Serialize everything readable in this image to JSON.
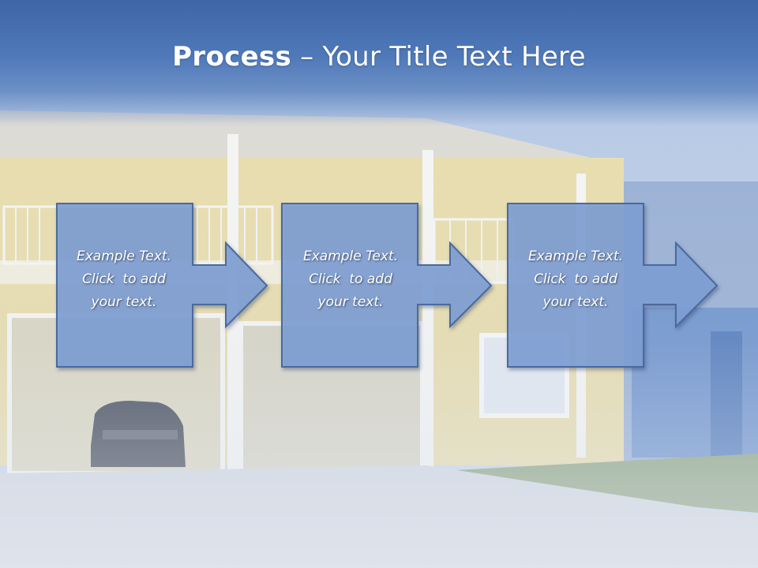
{
  "slide": {
    "title_bold": "Process",
    "title_rest": " – Your Title Text Here"
  },
  "steps": [
    {
      "line1": "Example Text.",
      "line2": "Click  to add",
      "line3": "your text."
    },
    {
      "line1": "Example Text.",
      "line2": "Click  to add",
      "line3": "your text."
    },
    {
      "line1": "Example Text.",
      "line2": "Click  to add",
      "line3": "your text."
    }
  ],
  "colors": {
    "title_band": "#4f79b9",
    "box_fill": "#7f9fd5",
    "box_stroke": "#4a6a9e",
    "text": "#ffffff"
  }
}
